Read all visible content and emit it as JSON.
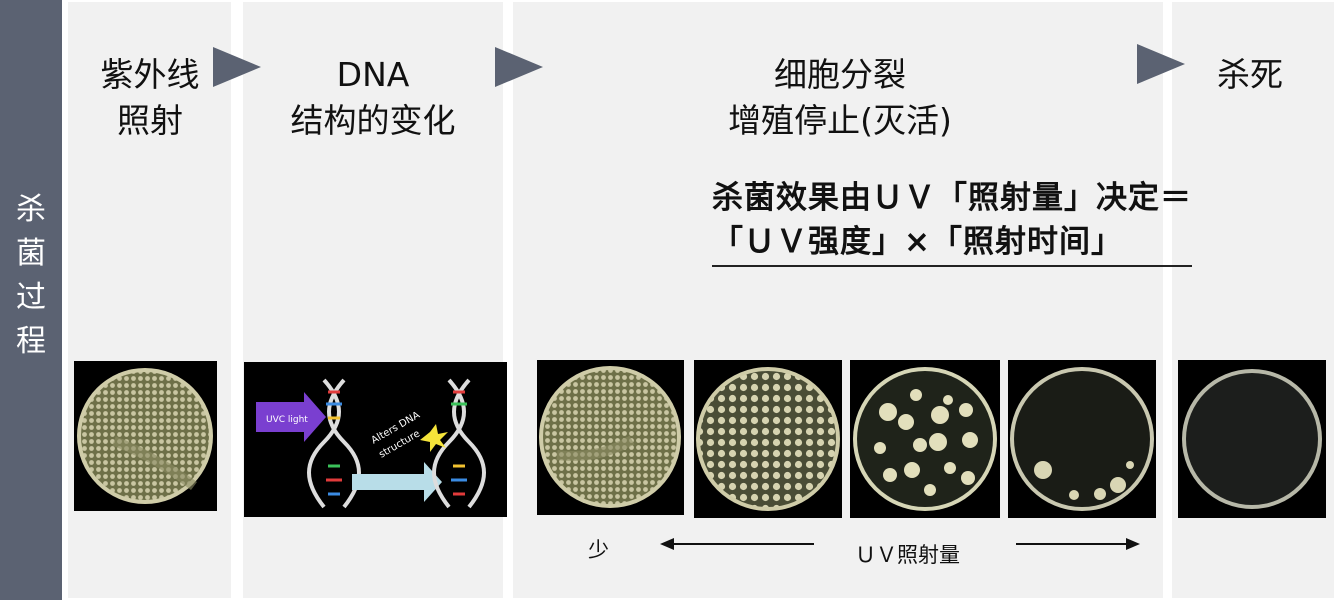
{
  "side_label": [
    "杀",
    "菌",
    "过",
    "程"
  ],
  "stages": {
    "uv": [
      "紫外线",
      "照射"
    ],
    "dna": [
      "DNA",
      "结构的变化"
    ],
    "inactivation": [
      "细胞分裂",
      "增殖停止(灭活)"
    ],
    "death": "杀死"
  },
  "formula": {
    "line1": "杀菌效果由ＵＶ「照射量」决定＝",
    "line2": "「ＵＶ强度」×「照射时间」"
  },
  "dna_image": {
    "uvc_label": "UVC light",
    "alter_label_1": "Alters DNA",
    "alter_label_2": "structure"
  },
  "scale": {
    "low_label": "少",
    "axis_label": "ＵＶ照射量"
  },
  "colors": {
    "sidebar": "#5b6272",
    "arrow": "#5b6272",
    "panel": "#f1f1f1",
    "agar": "#6f7048",
    "colony": "#d9d6b4"
  }
}
